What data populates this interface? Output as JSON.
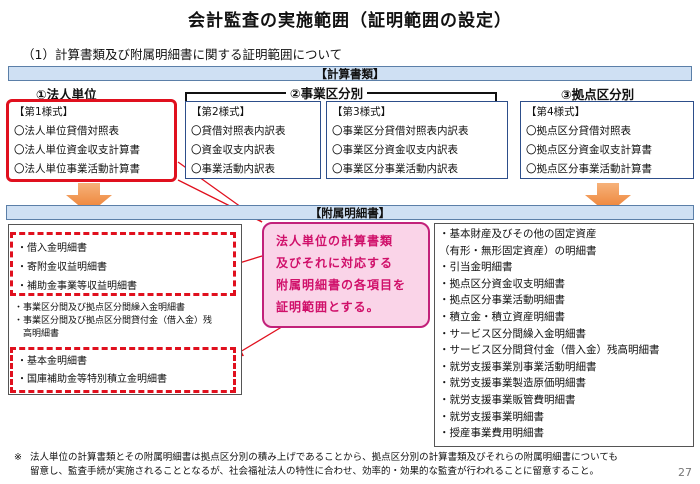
{
  "title": "会計監査の実施範囲（証明範囲の設定）",
  "subtitle": "（1）計算書類及び附属明細書に関する証明範囲について",
  "financial_statements_bar": "【計算書類】",
  "groups": {
    "corporate": "①法人単位",
    "business": "②事業区分別",
    "facility": "③拠点区分別"
  },
  "forms": [
    {
      "header": "【第1様式】",
      "items": [
        "〇法人単位貸借対照表",
        "〇法人単位資金収支計算書",
        "〇法人単位事業活動計算書"
      ]
    },
    {
      "header": "【第2様式】",
      "items": [
        "〇貸借対照表内訳表",
        "〇資金収支内訳表",
        "〇事業活動内訳表"
      ]
    },
    {
      "header": "【第3様式】",
      "items": [
        "〇事業区分貸借対照表内訳表",
        "〇事業区分資金収支内訳表",
        "〇事業区分事業活動内訳表"
      ]
    },
    {
      "header": "【第4様式】",
      "items": [
        "〇拠点区分貸借対照表",
        "〇拠点区分資金収支計算書",
        "〇拠点区分事業活動計算書"
      ]
    }
  ],
  "schedules_bar": "【附属明細書】",
  "left_group1": [
    "・借入金明細書",
    "・寄附金収益明細書",
    "・補助金事業等収益明細書"
  ],
  "left_middle": [
    "・事業区分間及び拠点区分間繰入金明細書",
    "・事業区分間及び拠点区分間貸付金（借入金）残",
    "　高明細書"
  ],
  "left_group2": [
    "・基本金明細書",
    "・国庫補助金等特別積立金明細書"
  ],
  "callout_lines": [
    "法人単位の計算書類",
    "及びそれに対応する",
    "附属明細書の各項目を",
    "証明範囲とする。"
  ],
  "right_items": [
    "・基本財産及びその他の固定資産",
    "（有形・無形固定資産）の明細書",
    "・引当金明細書",
    "・拠点区分資金収支明細書",
    "・拠点区分事業活動明細書",
    "・積立金・積立資産明細書",
    "・サービス区分間繰入金明細書",
    "・サービス区分間貸付金（借入金）残高明細書",
    "・就労支援事業別事業活動明細書",
    "・就労支援事業製造原価明細書",
    "・就労支援事業販管費明細書",
    "・就労支援事業明細書",
    "・授産事業費用明細書"
  ],
  "footnote": {
    "mark": "※",
    "line1": "法人単位の計算書類とその附属明細書は拠点区分別の積み上げであることから、拠点区分別の計算書類及びそれらの附属明細書についても",
    "line2": "留意し、監査手続が実施されることとなるが、社会福祉法人の特性に合わせ、効率的・効果的な監査が行われることに留意すること。"
  },
  "page_number": "27",
  "colors": {
    "red": "#e0101e",
    "navy": "#2d4e8a",
    "bar_fill": "#cfe0f3",
    "arrow": "#f08c3c",
    "callout_fill": "#fad4e8",
    "callout_text": "#d0106a"
  }
}
